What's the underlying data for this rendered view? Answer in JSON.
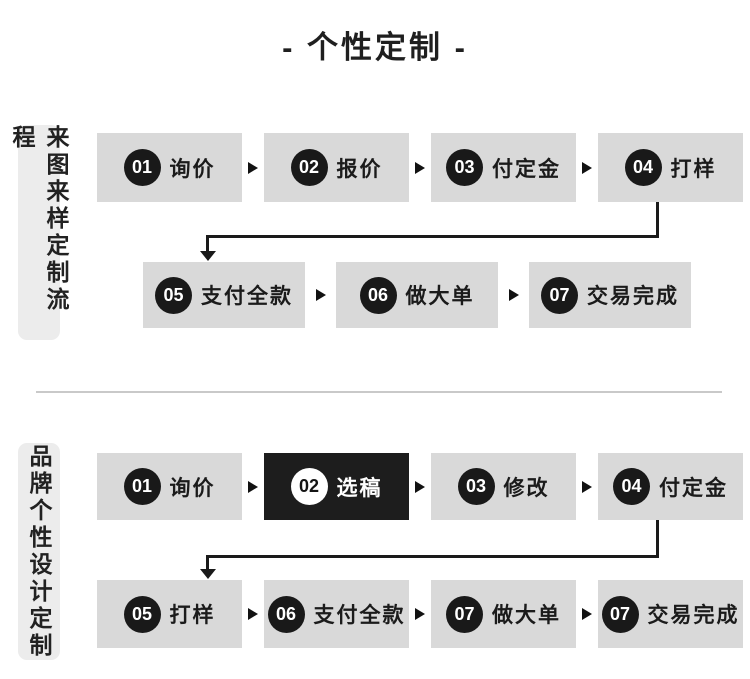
{
  "title": "- 个性定制 -",
  "sections": [
    {
      "label": "来图来样定制流程",
      "rows": [
        {
          "steps": [
            {
              "num": "01",
              "label": "询价"
            },
            {
              "num": "02",
              "label": "报价"
            },
            {
              "num": "03",
              "label": "付定金"
            },
            {
              "num": "04",
              "label": "打样"
            }
          ]
        },
        {
          "steps": [
            {
              "num": "05",
              "label": "支付全款"
            },
            {
              "num": "06",
              "label": "做大单"
            },
            {
              "num": "07",
              "label": "交易完成"
            }
          ]
        }
      ]
    },
    {
      "label": "品牌个性设计定制",
      "rows": [
        {
          "steps": [
            {
              "num": "01",
              "label": "询价"
            },
            {
              "num": "02",
              "label": "选稿",
              "highlight": true
            },
            {
              "num": "03",
              "label": "修改"
            },
            {
              "num": "04",
              "label": "付定金"
            }
          ]
        },
        {
          "steps": [
            {
              "num": "05",
              "label": "打样"
            },
            {
              "num": "06",
              "label": "支付全款"
            },
            {
              "num": "07",
              "label": "做大单"
            },
            {
              "num": "07",
              "label": "交易完成"
            }
          ]
        }
      ]
    }
  ],
  "colors": {
    "box_gray": "#d9d9d9",
    "side_label_gray": "#ececec",
    "badge_black": "#191919",
    "highlight_black": "#1d1d1d",
    "divider_gray": "#c9c9c9"
  }
}
